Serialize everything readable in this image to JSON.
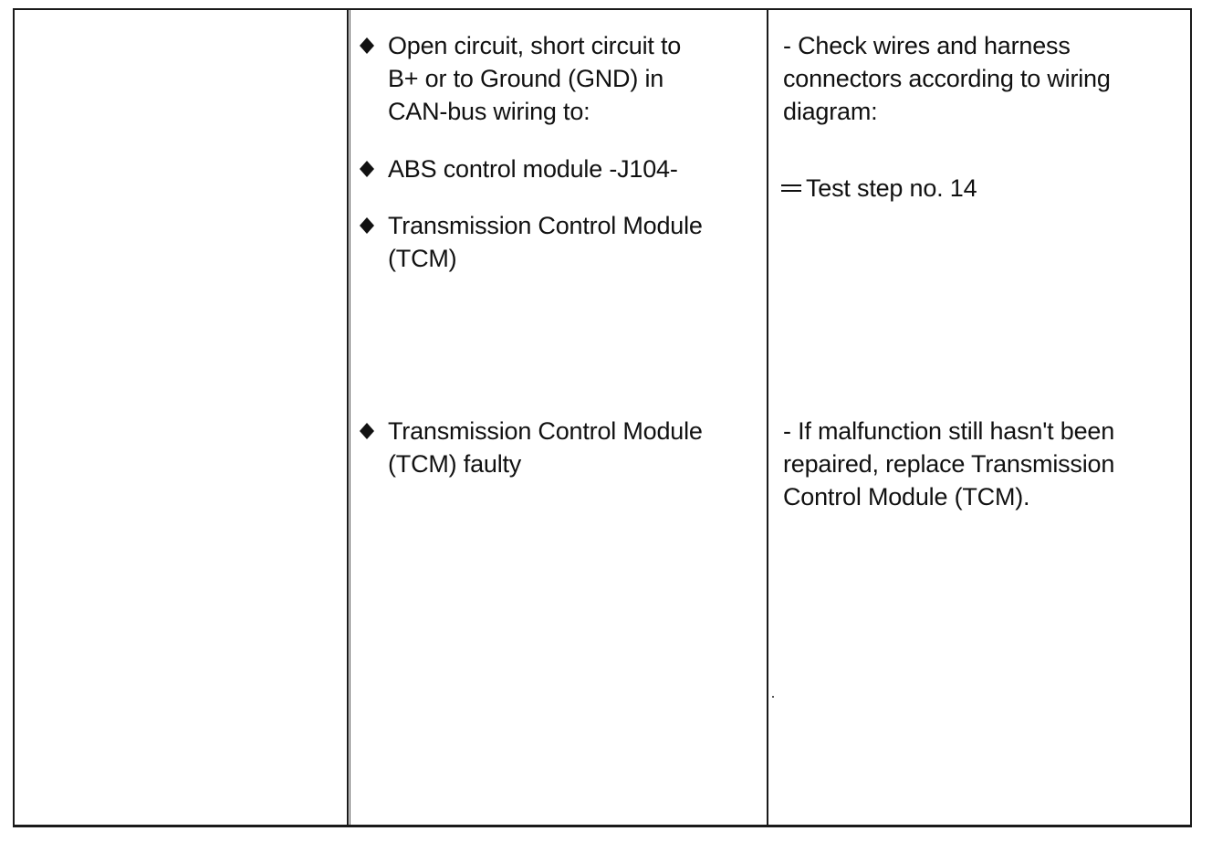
{
  "table": {
    "col1": {
      "text": ""
    },
    "col2": {
      "items": [
        {
          "icon": "diamond-bullet-icon",
          "text": "Open circuit, short circuit to\nB+ or to Ground (GND) in\nCAN-bus wiring to:"
        },
        {
          "icon": "diamond-bullet-icon",
          "text": "ABS control module -J104-"
        },
        {
          "icon": "diamond-bullet-icon",
          "text": "Transmission Control Module\n(TCM)"
        },
        {
          "icon": "diamond-bullet-icon",
          "text": "Transmission Control Module\n(TCM) faulty"
        }
      ]
    },
    "col3": {
      "remedy_1": "- Check wires and harness\nconnectors according to wiring\ndiagram:",
      "test_step": "Test step no. 14",
      "test_step_icon": "equals-arrow-icon",
      "remedy_2": "- If malfunction still hasn't been\nrepaired, replace Transmission\nControl Module (TCM)."
    }
  },
  "colors": {
    "border": "#1a1a1a",
    "text": "#111111",
    "background": "#ffffff"
  }
}
